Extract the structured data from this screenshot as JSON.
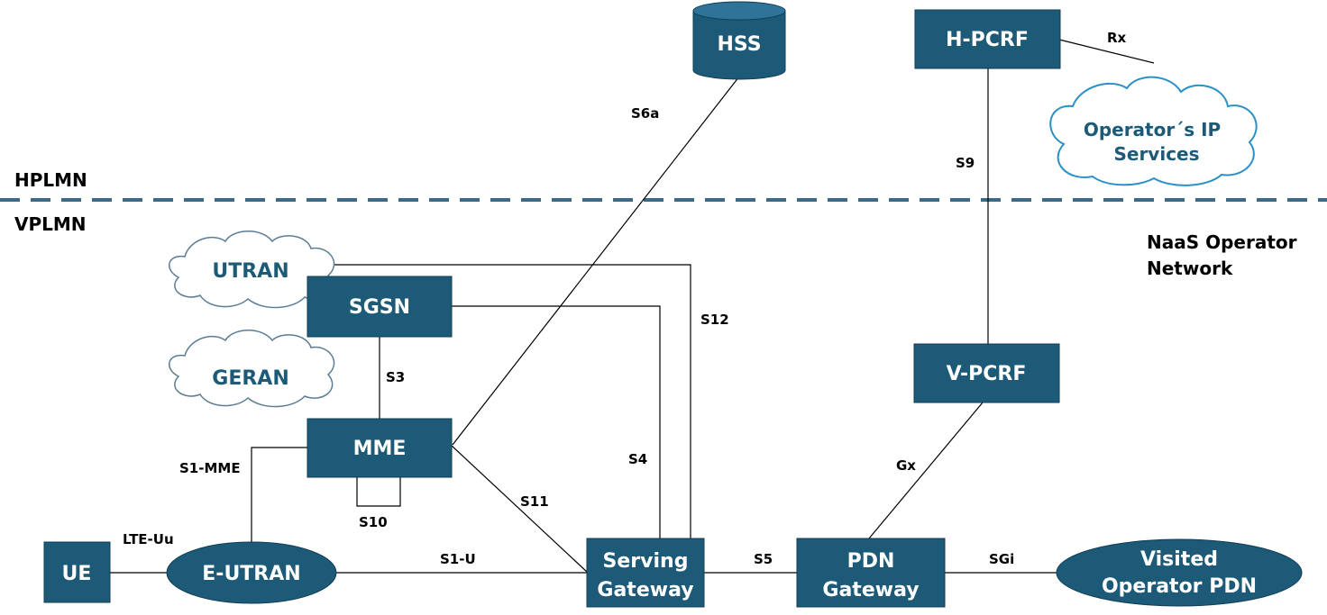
{
  "colors": {
    "node_fill": "#1c5a78",
    "cloud_text": "#1c5a78",
    "boundary_line": "#3a6a86"
  },
  "zones": {
    "home": "HPLMN",
    "visited": "VPLMN",
    "naas": [
      "NaaS Operator",
      "Network"
    ]
  },
  "nodes": {
    "hss": "HSS",
    "h_pcrf": "H-PCRF",
    "sgsn": "SGSN",
    "mme": "MME",
    "v_pcrf": "V-PCRF",
    "ue": "UE",
    "e_utran": "E-UTRAN",
    "serving_gateway": [
      "Serving",
      "Gateway"
    ],
    "pdn_gateway": [
      "PDN",
      "Gateway"
    ],
    "visited_pdn": [
      "Visited",
      "Operator PDN"
    ]
  },
  "clouds": {
    "utran": "UTRAN",
    "geran": "GERAN",
    "operator_ip": [
      "Operator´s IP",
      "Services"
    ]
  },
  "interfaces": {
    "rx": "Rx",
    "s6a": "S6a",
    "s9": "S9",
    "s12": "S12",
    "s3": "S3",
    "s1_mme": "S1-MME",
    "s4": "S4",
    "gx": "Gx",
    "s11": "S11",
    "s10": "S10",
    "lte_uu": "LTE-Uu",
    "s1_u": "S1-U",
    "s5": "S5",
    "sgi": "SGi"
  }
}
